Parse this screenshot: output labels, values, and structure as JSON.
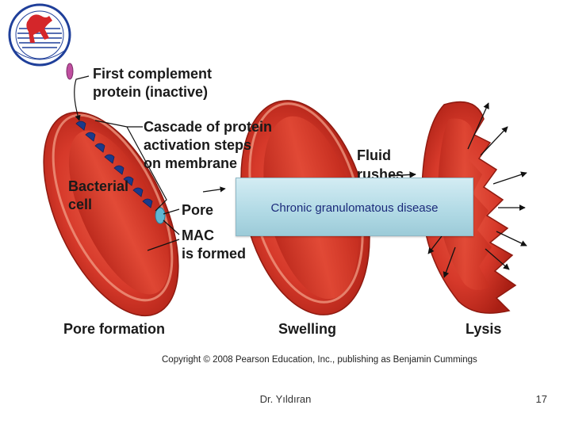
{
  "labels": {
    "first_complement_1": "First complement",
    "first_complement_2": "protein (inactive)",
    "cascade_1": "Cascade of protein",
    "cascade_2": "activation steps",
    "cascade_3": "on membrane",
    "bacterial_1": "Bacterial",
    "bacterial_2": "cell",
    "pore": "Pore",
    "mac_1": "MAC",
    "mac_2": "is formed",
    "fluid_1": "Fluid",
    "fluid_2": "rushes"
  },
  "captions": {
    "pore_formation": "Pore formation",
    "swelling": "Swelling",
    "lysis": "Lysis"
  },
  "copyright": "Copyright © 2008 Pearson Education, Inc., publishing as Benjamin Cummings",
  "overlay": {
    "text": "Chronic granulomatous disease"
  },
  "footer": {
    "author": "Dr. Yıldıran",
    "page": "17"
  },
  "colors": {
    "cell_red": "#d6392a",
    "cell_dark": "#a61e12",
    "rim": "#f0a08a",
    "logo_blue": "#1f3f9a",
    "logo_red": "#d4262a"
  }
}
